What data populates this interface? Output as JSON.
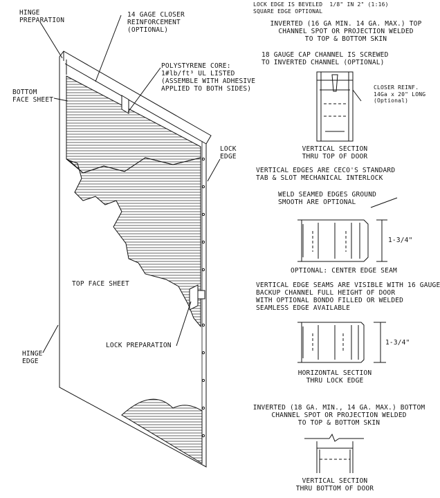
{
  "door": {
    "hinge_prep": "HINGE\nPREPARATION",
    "closer_reinf": "14 GAGE CLOSER\nREINFORCEMENT\n(OPTIONAL)",
    "core": "POLYSTYRENE CORE:\n1#lb/ft³ UL LISTED\n(ASSEMBLE WITH ADHESIVE\nAPPLIED TO BOTH SIDES)",
    "bottom_face": "BOTTOM\nFACE SHEET",
    "lock_edge": "LOCK\nEDGE",
    "top_face": "TOP FACE SHEET",
    "lock_prep": "LOCK PREPARATION",
    "hinge_edge": "HINGE\nEDGE"
  },
  "notes": {
    "beveled": "LOCK EDGE IS BEVELED  1/8\" IN 2\" (1:16)\nSQUARE EDGE OPTIONAL",
    "top_channel": "INVERTED (16 GA MIN. 14 GA. MAX.) TOP\nCHANNEL SPOT OR PROJECTION WELDED\nTO TOP & BOTTOM SKIN",
    "cap_channel": "18 GAUGE CAP CHANNEL IS SCREWED\nTO INVERTED CHANNEL (OPTIONAL)",
    "closer_small": "CLOSER REINF.\n14Ga x 20\" LONG\n(Optional)",
    "vs_top": "VERTICAL SECTION\nTHRU TOP OF DOOR",
    "vertical_edges": "VERTICAL EDGES ARE CECO'S STANDARD\nTAB & SLOT MECHANICAL INTERLOCK",
    "weld_seamed": "WELD SEAMED EDGES GROUND\nSMOOTH ARE OPTIONAL",
    "dim1": "1-3/4\"",
    "center_seam": "OPTIONAL: CENTER EDGE SEAM",
    "edge_seams": "VERTICAL EDGE SEAMS ARE VISIBLE WITH 16 GAUGE\nBACKUP CHANNEL FULL HEIGHT OF DOOR\nWITH OPTIONAL BONDO FILLED OR WELDED\nSEAMLESS EDGE AVAILABLE",
    "dim2": "1-3/4\"",
    "hs_lock": "HORIZONTAL SECTION\nTHRU LOCK EDGE",
    "bottom_channel": "INVERTED (18 GA. MIN., 14 GA. MAX.) BOTTOM\nCHANNEL SPOT OR PROJECTION WELDED\nTO TOP & BOTTOM SKIN",
    "vs_bottom": "VERTICAL SECTION\nTHRU BOTTOM OF DOOR"
  }
}
